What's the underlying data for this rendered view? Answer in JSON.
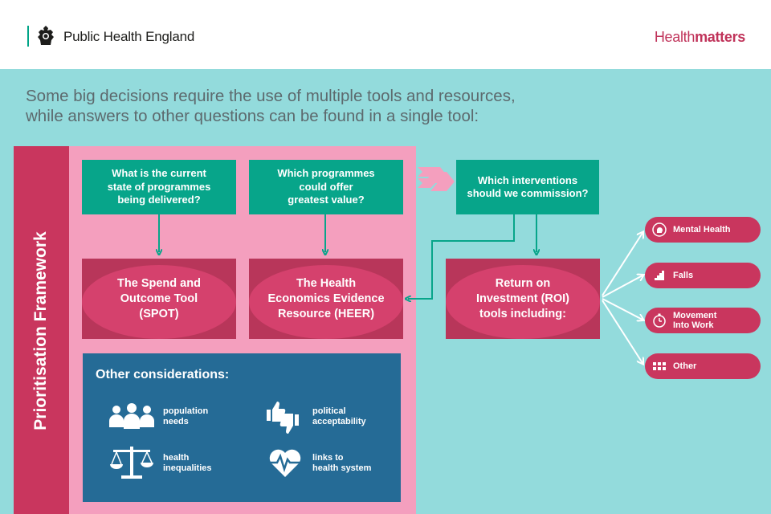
{
  "header": {
    "org_name": "Public Health England",
    "brand_light": "Health",
    "brand_bold": "matters"
  },
  "intro": {
    "line1": "Some big decisions require the use of multiple tools and resources,",
    "line2": "while answers to other questions can be found in a single tool:"
  },
  "framework": {
    "label": "Prioritisation Framework"
  },
  "questions": {
    "q1": [
      "What is the current",
      "state of programmes",
      "being delivered?"
    ],
    "q2": [
      "Which programmes",
      "could offer",
      "greatest value?"
    ],
    "q3": [
      "Which interventions",
      "should we commission?"
    ]
  },
  "tools": {
    "spot": [
      "The Spend and",
      "Outcome Tool",
      "(SPOT)"
    ],
    "heer": [
      "The Health",
      "Economics Evidence",
      "Resource (HEER)"
    ],
    "roi": [
      "Return on",
      "Investment (ROI)",
      "tools including:"
    ]
  },
  "considerations": {
    "title": "Other considerations:",
    "items": [
      {
        "line1": "population",
        "line2": "needs",
        "icon": "people-icon"
      },
      {
        "line1": "political",
        "line2": "acceptability",
        "icon": "thumbs-up-down-icon"
      },
      {
        "line1": "health",
        "line2": "inequalities",
        "icon": "scales-icon"
      },
      {
        "line1": "links to",
        "line2": "health system",
        "icon": "heart-pulse-icon"
      }
    ]
  },
  "roi_tools": [
    {
      "line1": "Mental Health",
      "line2": "",
      "icon": "head-icon"
    },
    {
      "line1": "Falls",
      "line2": "",
      "icon": "stairs-icon"
    },
    {
      "line1": "Movement",
      "line2": "Into Work",
      "icon": "stopwatch-icon"
    },
    {
      "line1": "Other",
      "line2": "",
      "icon": "grid-icon"
    }
  ],
  "colors": {
    "background": "#93dbdc",
    "framework_band": "#c9365e",
    "framework_area": "#f49fbe",
    "question_box": "#07a58a",
    "tool_box": "#b8365a",
    "tool_oval": "#d5416d",
    "considerations_box": "#256b96",
    "brand": "#c0335a"
  }
}
